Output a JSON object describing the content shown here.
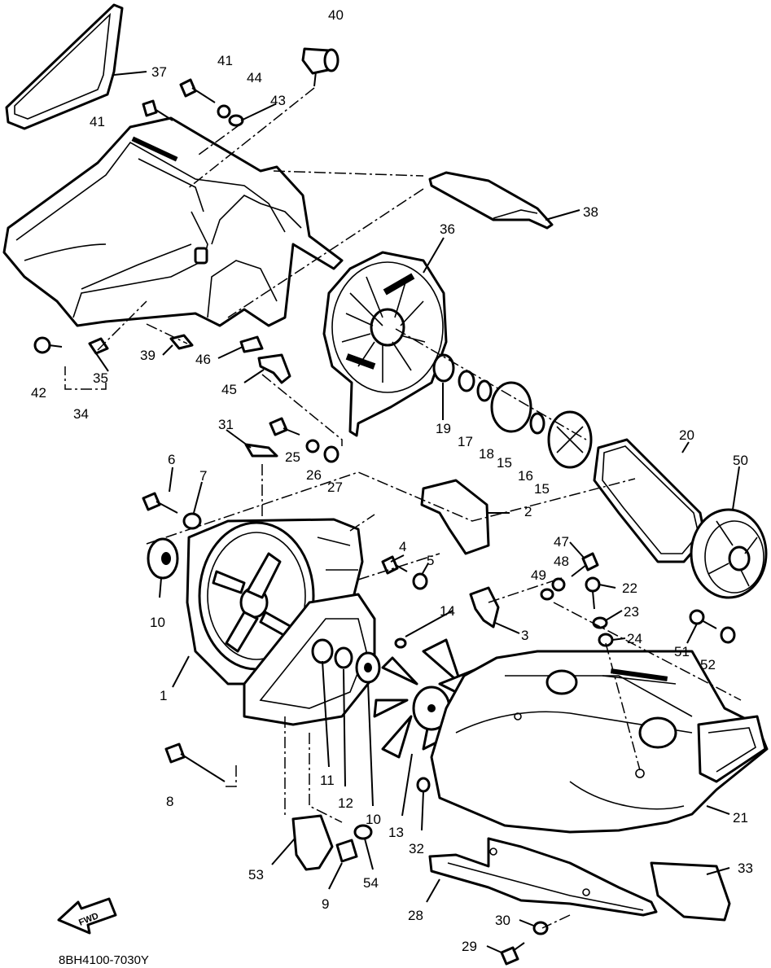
{
  "diagram": {
    "code": "8BH4100-7030Y",
    "direction_marker": "FWD",
    "labels": [
      {
        "id": "l40",
        "text": "40"
      },
      {
        "id": "l37",
        "text": "37"
      },
      {
        "id": "l41a",
        "text": "41"
      },
      {
        "id": "l44",
        "text": "44"
      },
      {
        "id": "l43",
        "text": "43"
      },
      {
        "id": "l41b",
        "text": "41"
      },
      {
        "id": "l38",
        "text": "38"
      },
      {
        "id": "l36",
        "text": "36"
      },
      {
        "id": "l42",
        "text": "42"
      },
      {
        "id": "l35",
        "text": "35"
      },
      {
        "id": "l34",
        "text": "34"
      },
      {
        "id": "l39",
        "text": "39"
      },
      {
        "id": "l46",
        "text": "46"
      },
      {
        "id": "l45",
        "text": "45"
      },
      {
        "id": "l19",
        "text": "19"
      },
      {
        "id": "l17",
        "text": "17"
      },
      {
        "id": "l18",
        "text": "18"
      },
      {
        "id": "l15a",
        "text": "15"
      },
      {
        "id": "l16",
        "text": "16"
      },
      {
        "id": "l15b",
        "text": "15"
      },
      {
        "id": "l20",
        "text": "20"
      },
      {
        "id": "l50",
        "text": "50"
      },
      {
        "id": "l31",
        "text": "31"
      },
      {
        "id": "l25",
        "text": "25"
      },
      {
        "id": "l26",
        "text": "26"
      },
      {
        "id": "l27",
        "text": "27"
      },
      {
        "id": "l6",
        "text": "6"
      },
      {
        "id": "l7",
        "text": "7"
      },
      {
        "id": "l2",
        "text": "2"
      },
      {
        "id": "l4",
        "text": "4"
      },
      {
        "id": "l5",
        "text": "5"
      },
      {
        "id": "l47",
        "text": "47"
      },
      {
        "id": "l48",
        "text": "48"
      },
      {
        "id": "l49",
        "text": "49"
      },
      {
        "id": "l22",
        "text": "22"
      },
      {
        "id": "l10a",
        "text": "10"
      },
      {
        "id": "l14",
        "text": "14"
      },
      {
        "id": "l3",
        "text": "3"
      },
      {
        "id": "l23",
        "text": "23"
      },
      {
        "id": "l24",
        "text": "24"
      },
      {
        "id": "l51",
        "text": "51"
      },
      {
        "id": "l52",
        "text": "52"
      },
      {
        "id": "l1",
        "text": "1"
      },
      {
        "id": "l8",
        "text": "8"
      },
      {
        "id": "l11",
        "text": "11"
      },
      {
        "id": "l12",
        "text": "12"
      },
      {
        "id": "l10b",
        "text": "10"
      },
      {
        "id": "l13",
        "text": "13"
      },
      {
        "id": "l32",
        "text": "32"
      },
      {
        "id": "l21",
        "text": "21"
      },
      {
        "id": "l53",
        "text": "53"
      },
      {
        "id": "l9",
        "text": "9"
      },
      {
        "id": "l54",
        "text": "54"
      },
      {
        "id": "l33",
        "text": "33"
      },
      {
        "id": "l28",
        "text": "28"
      },
      {
        "id": "l30",
        "text": "30"
      },
      {
        "id": "l29",
        "text": "29"
      }
    ]
  }
}
